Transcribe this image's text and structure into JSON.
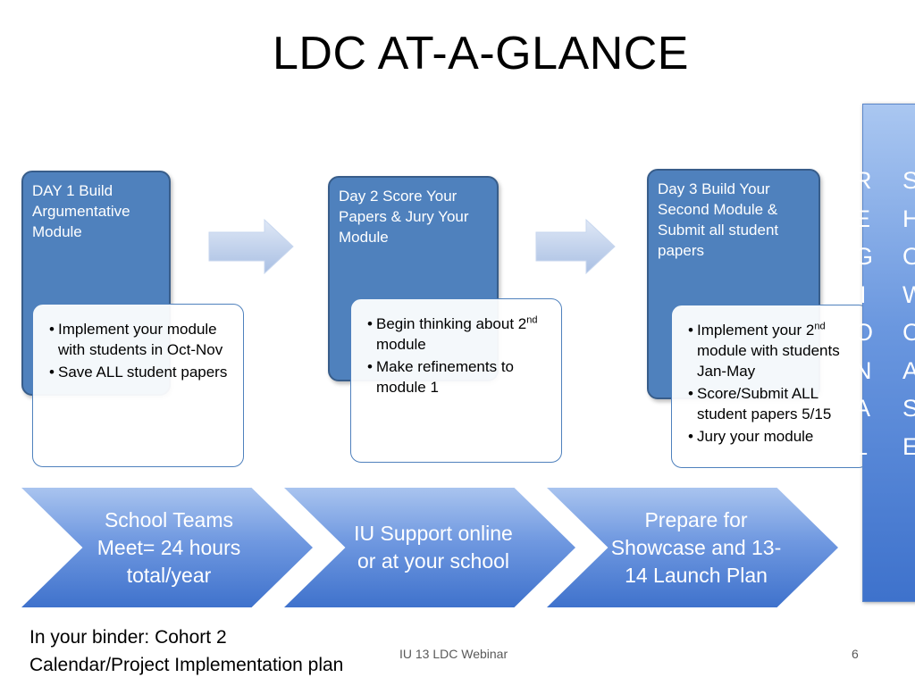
{
  "title": "LDC AT-A-GLANCE",
  "days": [
    {
      "label": "DAY 1 Build Argumentative Module",
      "notes": [
        {
          "text": "Implement your module with students in Oct-Nov"
        },
        {
          "text": "Save ALL student papers"
        }
      ]
    },
    {
      "label": "Day 2 Score Your Papers & Jury Your Module",
      "notes": [
        {
          "pre": "Begin thinking about 2",
          "sup": "nd",
          "post": " module"
        },
        {
          "text": "Make refinements to module 1"
        }
      ]
    },
    {
      "label": "Day 3 Build Your Second Module & Submit all student papers",
      "notes": [
        {
          "pre": "Implement your 2",
          "sup": "nd",
          "post": " module with students Jan-May"
        },
        {
          "text": "Score/Submit ALL student papers 5/15"
        },
        {
          "text": "Jury your module"
        }
      ]
    }
  ],
  "process_steps": [
    "School Teams Meet= 24 hours total/year",
    "IU Support online or at your school",
    "Prepare for Showcase and 13-14 Launch Plan"
  ],
  "side_panel": {
    "column1": [
      "R",
      "E",
      "G",
      "I",
      "O",
      "N",
      "A",
      "L"
    ],
    "column2": [
      "S",
      "H",
      "O",
      "W",
      "C",
      "A",
      "S",
      "E"
    ]
  },
  "binder_note": [
    "In your binder: Cohort 2",
    "Calendar/Project Implementation plan"
  ],
  "footer": "IU 13 LDC Webinar",
  "page_number": "6",
  "colors": {
    "box_fill": "#4f81bd",
    "box_border": "#385d8a",
    "chevron": "#5b8bd9"
  }
}
